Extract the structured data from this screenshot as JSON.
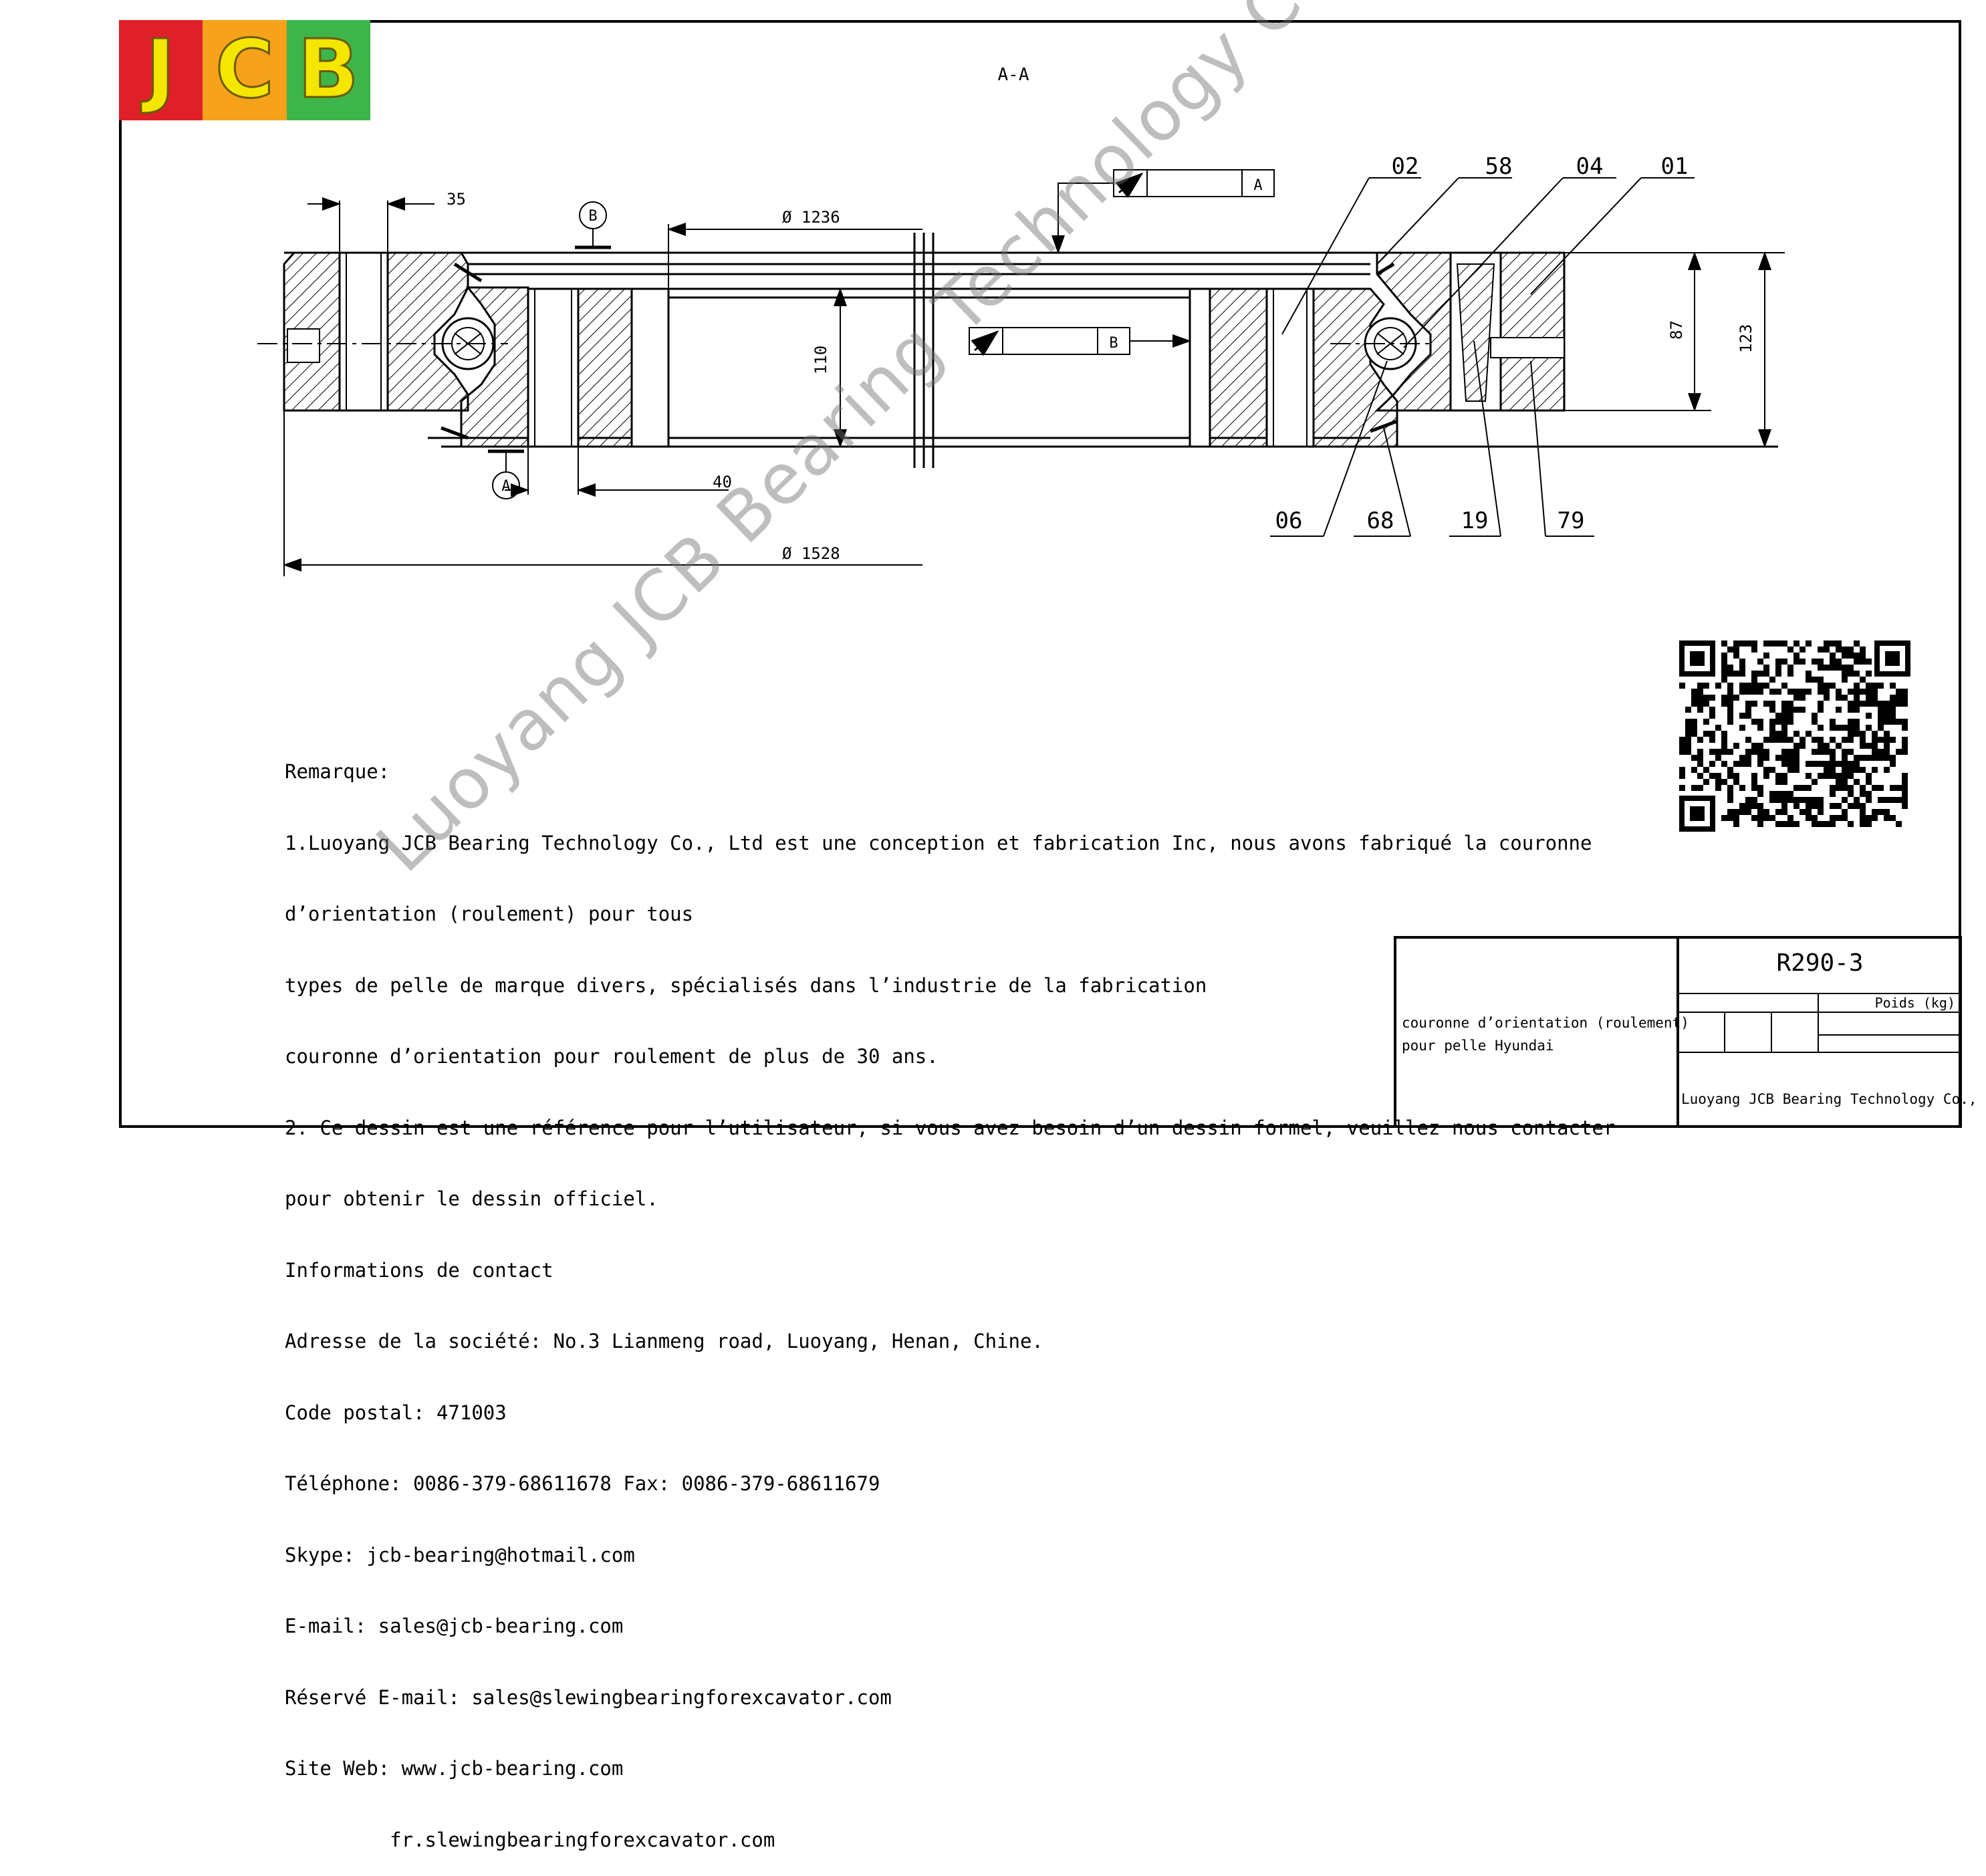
{
  "logo": {
    "letters": [
      "J",
      "C",
      "B"
    ],
    "colors": [
      "#e02028",
      "#f7a21b",
      "#3db54a"
    ]
  },
  "view_label": "A-A",
  "dimensions": {
    "d35": "35",
    "d1236": "Ø 1236",
    "d110": "110",
    "d40": "40",
    "d1528": "Ø 1528",
    "d87": "87",
    "d123": "123"
  },
  "datums": {
    "a": "A",
    "b": "B",
    "a_box": "A",
    "b_box": "B"
  },
  "part_callouts": {
    "top": [
      "02",
      "58",
      "04",
      "01"
    ],
    "bottom": [
      "06",
      "68",
      "19",
      "79"
    ]
  },
  "watermark": "Luoyang JCB Bearing Technology Co., Ltd",
  "notes": [
    "Remarque:",
    "1.Luoyang JCB Bearing Technology Co., Ltd est une conception et fabrication Inc, nous avons fabriqué la couronne",
    "d’orientation (roulement) pour tous",
    "types de pelle de marque divers, spécialisés dans l’industrie de la fabrication",
    "couronne d’orientation pour roulement de plus de 30 ans.",
    "2. Ce dessin est une référence pour l’utilisateur, si vous avez besoin d’un dessin formel, veuillez nous contacter",
    "pour obtenir le dessin officiel.",
    "Informations de contact",
    "Adresse de la société: No.3 Lianmeng road, Luoyang, Henan, Chine.",
    "Code postal: 471003",
    "Téléphone: 0086-379-68611678 Fax: 0086-379-68611679",
    "Skype: jcb-bearing@hotmail.com",
    "E-mail: sales@jcb-bearing.com",
    "Réservé E-mail: sales@slewingbearingforexcavator.com",
    "Site Web: www.jcb-bearing.com",
    "         fr.slewingbearingforexcavator.com"
  ],
  "title_block": {
    "part_number": "R290-3",
    "weight_label": "Poids (kg)",
    "description_line1": "couronne d’orientation (roulement)",
    "description_line2": "pour pelle Hyundai",
    "company": "Luoyang JCB Bearing Technology Co., Ltd"
  }
}
